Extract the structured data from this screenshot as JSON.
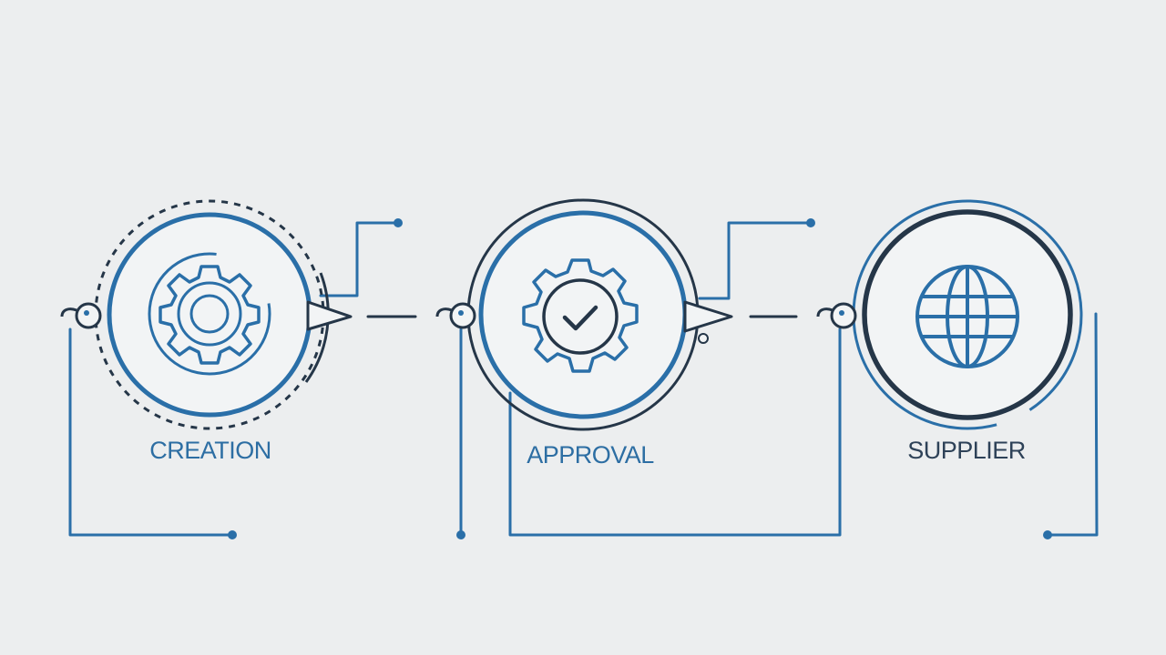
{
  "stages": [
    {
      "key": "creation",
      "label": "CREATION",
      "icon": "gear-icon"
    },
    {
      "key": "approval",
      "label": "APPROVAL",
      "icon": "gear-check-icon"
    },
    {
      "key": "supplier",
      "label": "SUPPLIER",
      "icon": "globe-icon"
    }
  ],
  "colors": {
    "background": "#eceeef",
    "accent_blue": "#2a6fa8",
    "dark_navy": "#253648",
    "label_blue": "#2d6ea3",
    "label_dark": "#2e4258"
  }
}
